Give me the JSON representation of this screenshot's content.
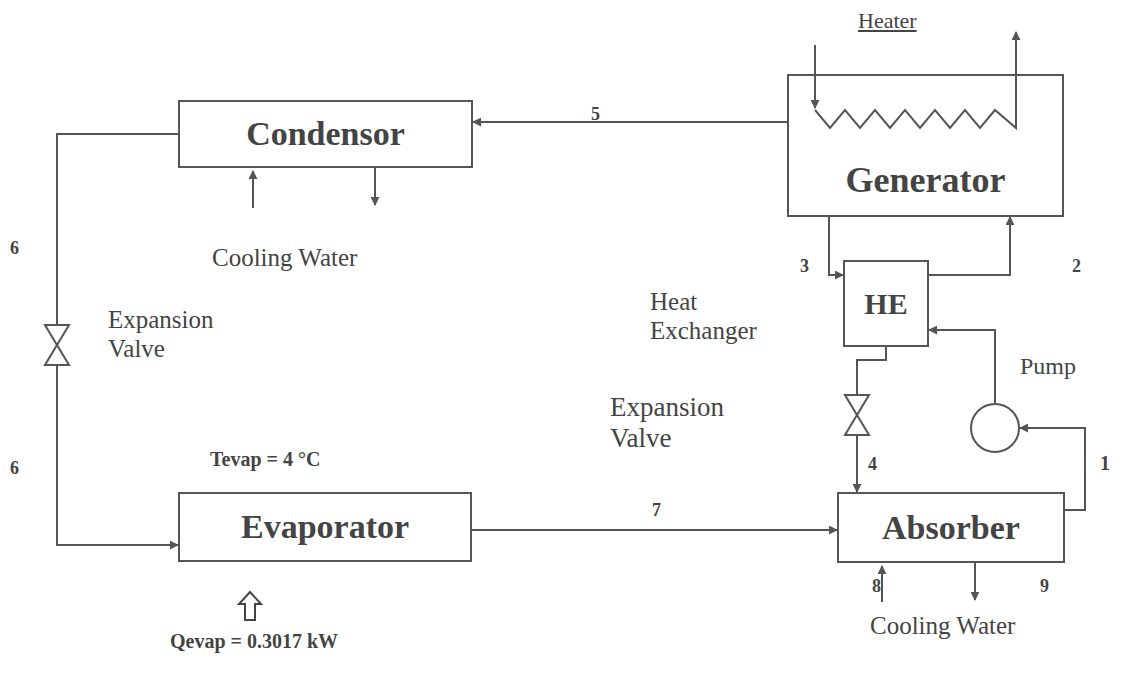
{
  "diagram": {
    "nodes": [
      {
        "text": [
          "Condensor"
        ]
      },
      {
        "text": [
          "Generator"
        ]
      },
      {
        "text": [
          "HE"
        ]
      },
      {
        "text": [
          "Pump"
        ]
      },
      {
        "text": [
          "Evaporator"
        ]
      },
      {
        "text": [
          "Absorber"
        ]
      }
    ],
    "edges": [
      {
        "from": 1,
        "to": 0,
        "arrow": "to"
      },
      {
        "from": 0,
        "to": 4,
        "arrow": "to"
      },
      {
        "from": 1,
        "to": 2,
        "arrow": "to"
      },
      {
        "from": 2,
        "to": 1,
        "arrow": "to"
      },
      {
        "from": 3,
        "to": 2,
        "arrow": "to"
      },
      {
        "from": 2,
        "to": 5,
        "arrow": "to"
      },
      {
        "from": 4,
        "to": 5,
        "arrow": "to"
      },
      {
        "from": 5,
        "to": 3,
        "arrow": "to"
      }
    ],
    "labels": [
      "Heater",
      "5",
      "6",
      "Cooling Water",
      "Expansion Valve",
      "3",
      "Heat Exchanger",
      "2",
      "Expansion Valve",
      "Tevap = 4 °C",
      "6",
      "4",
      "1",
      "7",
      "Qevap = 0.3017 kW",
      "8",
      "9",
      "Cooling Water"
    ]
  }
}
